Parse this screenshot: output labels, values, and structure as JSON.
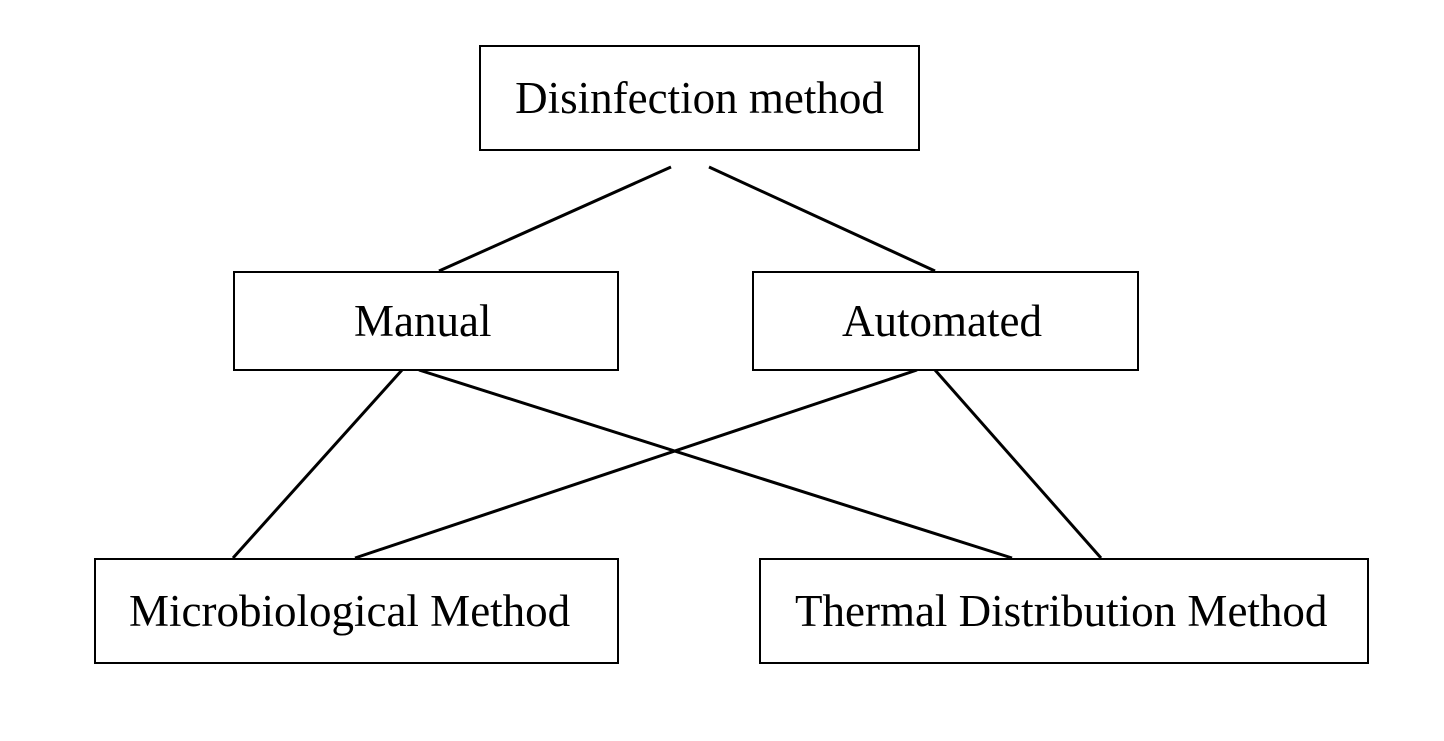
{
  "diagram": {
    "nodes": {
      "root": {
        "label": "Disinfection method"
      },
      "manual": {
        "label": "Manual"
      },
      "automated": {
        "label": "Automated"
      },
      "microbiological": {
        "label": "Microbiological Method"
      },
      "thermal": {
        "label": "Thermal Distribution Method"
      }
    },
    "edges": [
      {
        "from": "Disinfection method",
        "to": "Manual"
      },
      {
        "from": "Disinfection method",
        "to": "Automated"
      },
      {
        "from": "Manual",
        "to": "Microbiological Method"
      },
      {
        "from": "Manual",
        "to": "Thermal Distribution Method"
      },
      {
        "from": "Automated",
        "to": "Microbiological Method"
      },
      {
        "from": "Automated",
        "to": "Thermal Distribution Method"
      }
    ],
    "colors": {
      "stroke": "#000000",
      "background": "#ffffff",
      "text": "#000000"
    }
  }
}
